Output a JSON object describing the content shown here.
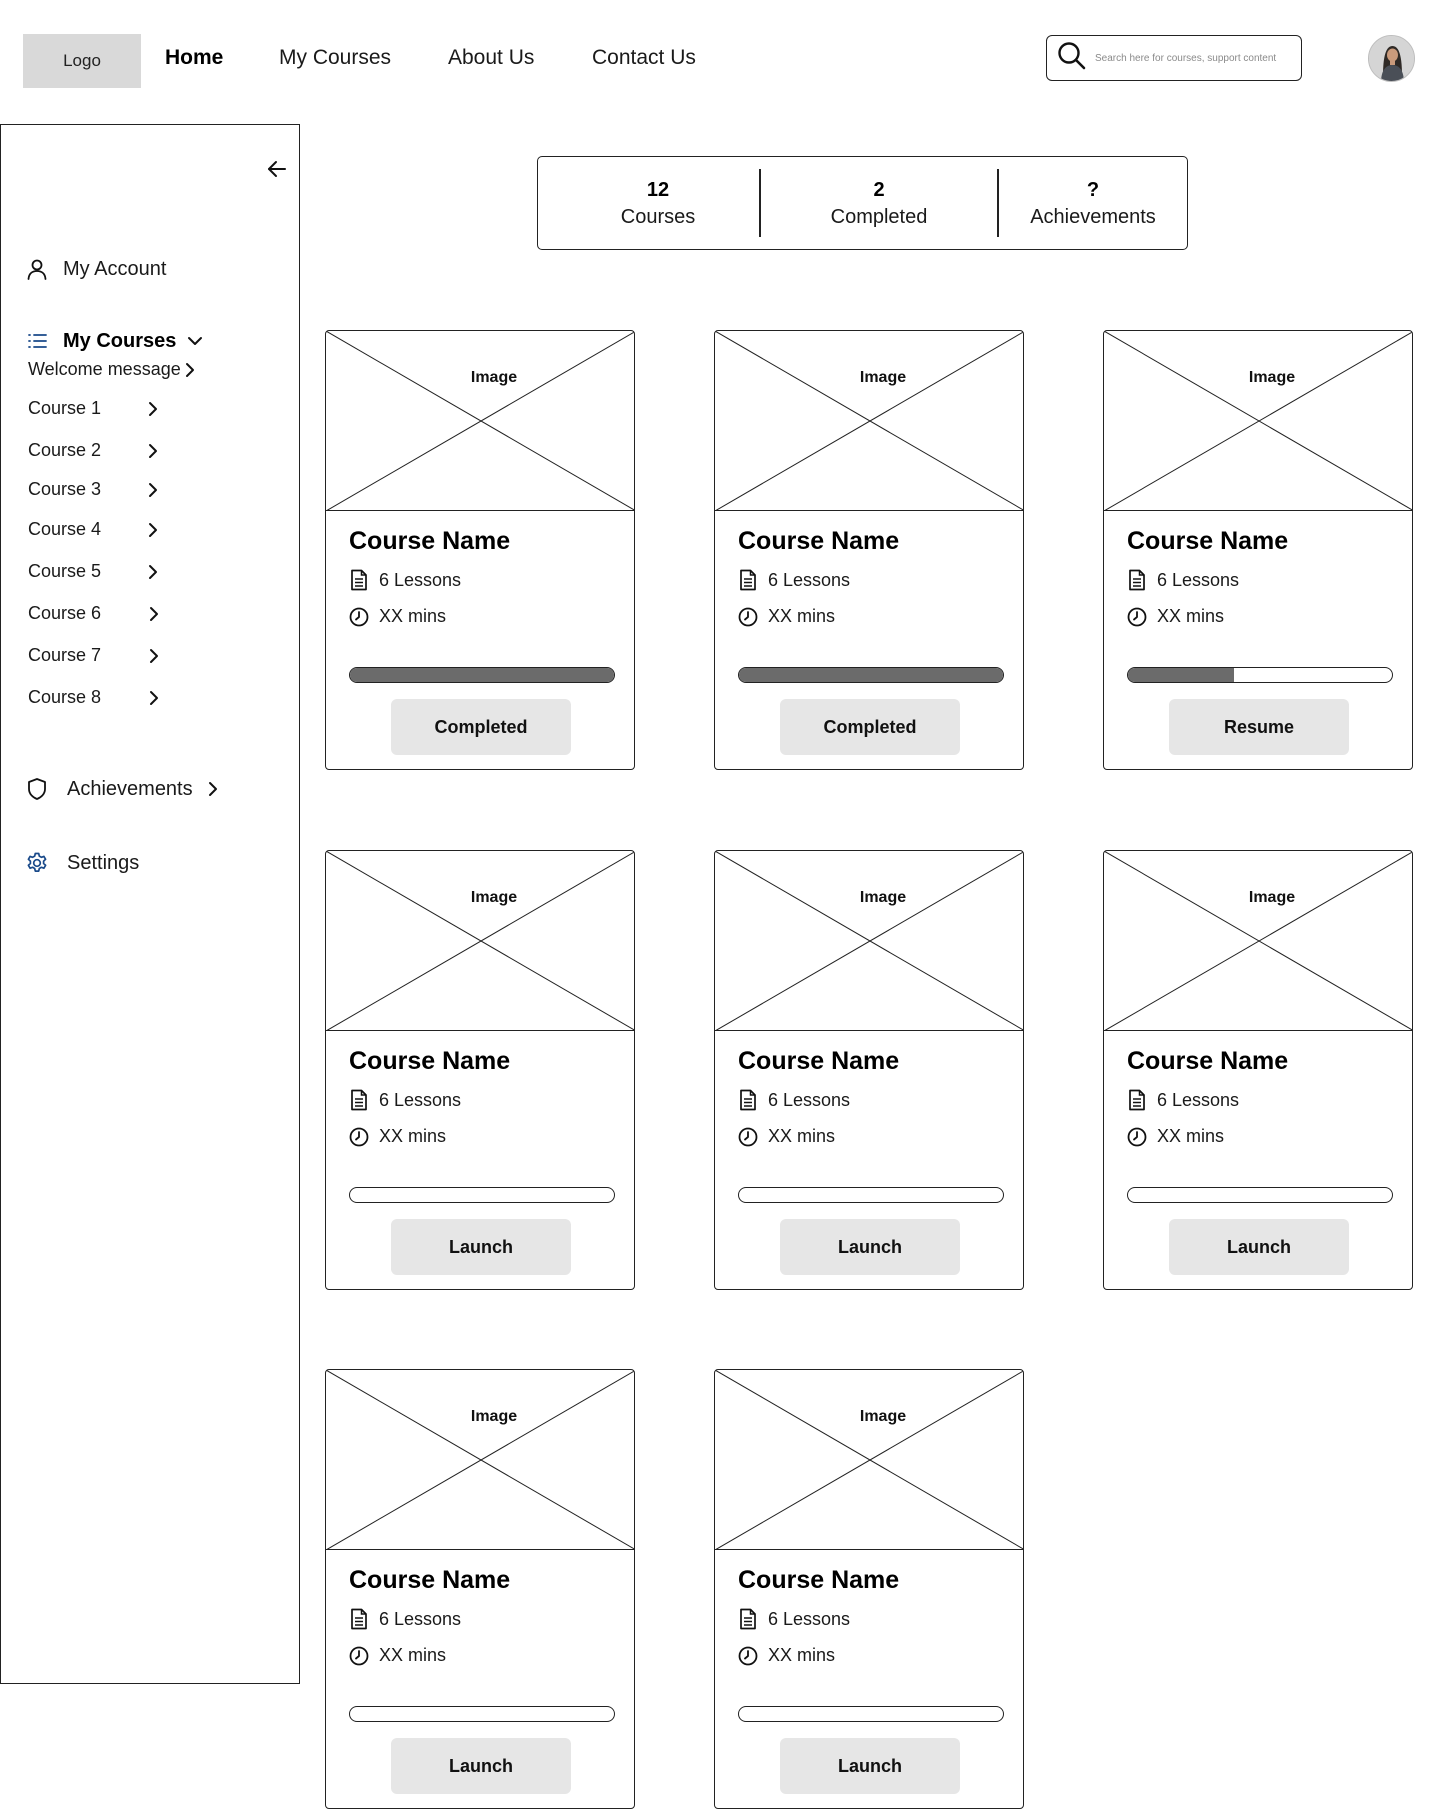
{
  "header": {
    "logo": "Logo",
    "nav": [
      {
        "label": "Home",
        "active": true
      },
      {
        "label": "My Courses",
        "active": false
      },
      {
        "label": "About Us",
        "active": false
      },
      {
        "label": "Contact Us",
        "active": false
      }
    ],
    "search_placeholder": "Search here for courses, support content"
  },
  "sidebar": {
    "my_account": "My Account",
    "my_courses": "My Courses",
    "course_items": [
      "Welcome message",
      "Course 1",
      "Course 2",
      "Course 3",
      "Course 4",
      "Course 5",
      "Course 6",
      "Course 7",
      "Course 8"
    ],
    "achievements": "Achievements",
    "settings": "Settings"
  },
  "stats": [
    {
      "value": "12",
      "label": "Courses"
    },
    {
      "value": "2",
      "label": "Completed"
    },
    {
      "value": "?",
      "label": "Achievements"
    }
  ],
  "cards": [
    {
      "image_label": "Image",
      "title": "Course Name",
      "lessons": "6 Lessons",
      "duration": "XX mins",
      "progress": 1.0,
      "action": "Completed"
    },
    {
      "image_label": "Image",
      "title": "Course Name",
      "lessons": "6 Lessons",
      "duration": "XX mins",
      "progress": 1.0,
      "action": "Completed"
    },
    {
      "image_label": "Image",
      "title": "Course Name",
      "lessons": "6 Lessons",
      "duration": "XX mins",
      "progress": 0.4,
      "action": "Resume"
    },
    {
      "image_label": "Image",
      "title": "Course Name",
      "lessons": "6 Lessons",
      "duration": "XX mins",
      "progress": 0.0,
      "action": "Launch"
    },
    {
      "image_label": "Image",
      "title": "Course Name",
      "lessons": "6 Lessons",
      "duration": "XX mins",
      "progress": 0.0,
      "action": "Launch"
    },
    {
      "image_label": "Image",
      "title": "Course Name",
      "lessons": "6 Lessons",
      "duration": "XX mins",
      "progress": 0.0,
      "action": "Launch"
    },
    {
      "image_label": "Image",
      "title": "Course Name",
      "lessons": "6 Lessons",
      "duration": "XX mins",
      "progress": 0.0,
      "action": "Launch"
    },
    {
      "image_label": "Image",
      "title": "Course Name",
      "lessons": "6 Lessons",
      "duration": "XX mins",
      "progress": 0.0,
      "action": "Launch"
    }
  ],
  "colors": {
    "progress_fill": "#6b6b6b",
    "button_bg": "#e6e6e6",
    "placeholder_bg": "#d9d9d9"
  }
}
